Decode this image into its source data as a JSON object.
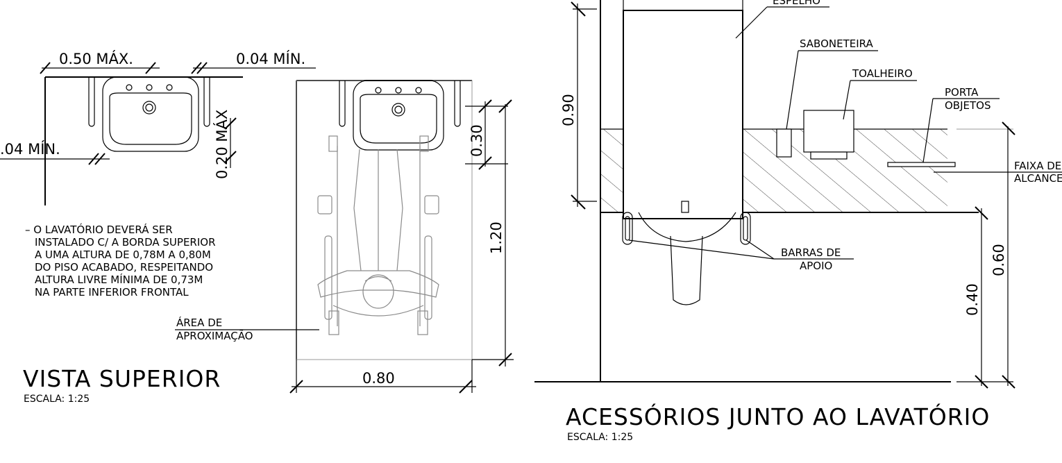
{
  "top_view": {
    "dim_width_max": "0.50  MÁX.",
    "dim_gap_min_top": "0.04  MÍN.",
    "dim_gap_min_left": ".04  MÍN.",
    "dim_depth_max": "0.20  MÁX",
    "dim_0_30": "0.30",
    "dim_1_20": "1.20",
    "dim_0_80": "0.80",
    "note_lines": [
      "–  O LAVATÓRIO DEVERÁ SER",
      "INSTALADO C/ A BORDA SUPERIOR",
      "A UMA ALTURA DE 0,78M A 0,80M",
      "DO PISO ACABADO, RESPEITANDO",
      "ALTURA LIVRE MÍNIMA DE 0,73M",
      "NA PARTE INFERIOR FRONTAL"
    ],
    "approach_label_1": "ÁREA DE",
    "approach_label_2": "APROXIMAÇÃO",
    "title": "VISTA  SUPERIOR",
    "scale": "ESCALA:  1:25"
  },
  "elevation": {
    "mirror_label": "ESPELHO",
    "soap_label": "SABONETEIRA",
    "towel_label": "TOALHEIRO",
    "holder_label_1": "PORTA",
    "holder_label_2": "OBJETOS",
    "reach_label_1": "FAIXA  DE",
    "reach_label_2": "ALCANCE",
    "bars_label_1": "BARRAS  DE",
    "bars_label_2": "APOIO",
    "dim_0_90": "0.90",
    "dim_0_60": "0.60",
    "dim_0_40": "0.40",
    "title": "ACESSÓRIOS  JUNTO  AO  LAVATÓRIO",
    "scale": "ESCALA:  1:25"
  }
}
